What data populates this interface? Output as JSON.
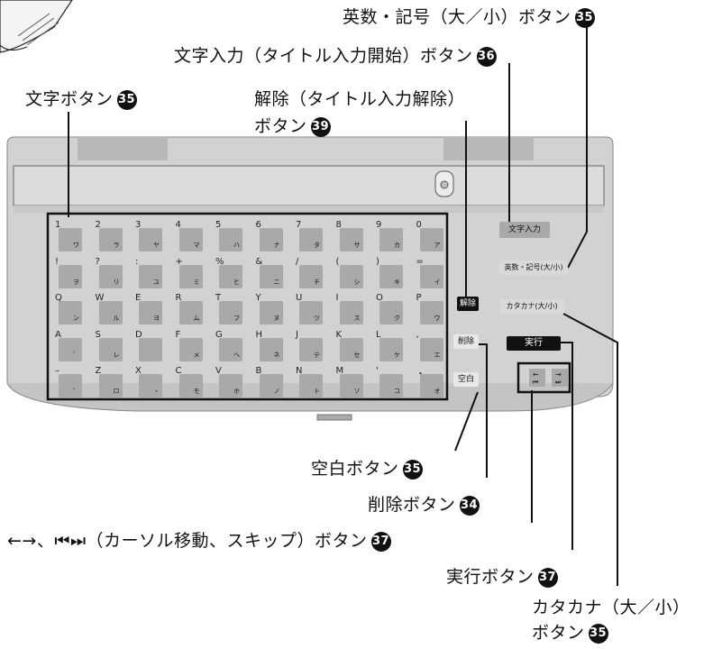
{
  "labels": {
    "eisu_kigo": "英数・記号（大／小）ボタン",
    "moji_nyuryoku": "文字入力（タイトル入力開始）ボタン",
    "moji_button": "文字ボタン",
    "kaijo_line1": "解除（タイトル入力解除）",
    "kaijo_line2": "ボタン",
    "kuhaku": "空白ボタン",
    "sakujo": "削除ボタン",
    "cursor": "←→、⏮⏭（カーソル移動、スキップ）ボタン",
    "jikko": "実行ボタン",
    "katakana_line1": "カタカナ（大／小）",
    "katakana_line2": "ボタン"
  },
  "numbers": {
    "n35": "35",
    "n36": "36",
    "n39": "39",
    "n34": "34",
    "n37": "37"
  },
  "keys": [
    [
      [
        "1",
        "ワ"
      ],
      [
        "2",
        "ラ"
      ],
      [
        "3",
        "ヤ"
      ],
      [
        "4",
        "マ"
      ],
      [
        "5",
        "ハ"
      ],
      [
        "6",
        "ナ"
      ],
      [
        "7",
        "タ"
      ],
      [
        "8",
        "サ"
      ],
      [
        "9",
        "カ"
      ],
      [
        "0",
        "ア"
      ]
    ],
    [
      [
        "!",
        "ヲ"
      ],
      [
        "?",
        "リ"
      ],
      [
        ":",
        "ユ"
      ],
      [
        "+",
        "ミ"
      ],
      [
        "%",
        "ヒ"
      ],
      [
        "&",
        "ニ"
      ],
      [
        "/",
        "チ"
      ],
      [
        "(",
        "シ"
      ],
      [
        ")",
        "キ"
      ],
      [
        "=",
        "イ"
      ]
    ],
    [
      [
        "Q",
        "ン"
      ],
      [
        "W",
        "ル"
      ],
      [
        "E",
        "ヨ"
      ],
      [
        "R",
        "ム"
      ],
      [
        "T",
        "フ"
      ],
      [
        "Y",
        "ヌ"
      ],
      [
        "U",
        "ツ"
      ],
      [
        "I",
        "ス"
      ],
      [
        "O",
        "ク"
      ],
      [
        "P",
        "ウ"
      ]
    ],
    [
      [
        "A",
        "゛"
      ],
      [
        "S",
        "レ"
      ],
      [
        "D",
        ""
      ],
      [
        "F",
        "メ"
      ],
      [
        "G",
        "ヘ"
      ],
      [
        "H",
        "ネ"
      ],
      [
        "J",
        "テ"
      ],
      [
        "K",
        "セ"
      ],
      [
        "L",
        "ケ"
      ],
      [
        ",",
        "エ"
      ]
    ],
    [
      [
        "–",
        "゜"
      ],
      [
        "Z",
        "ロ"
      ],
      [
        "X",
        "・"
      ],
      [
        "C",
        "モ"
      ],
      [
        "V",
        "ホ"
      ],
      [
        "B",
        "ノ"
      ],
      [
        "N",
        "ト"
      ],
      [
        "M",
        "ソ"
      ],
      [
        "'",
        "コ"
      ],
      [
        "・",
        "オ"
      ]
    ]
  ],
  "panel_buttons": {
    "kaijo": "解除",
    "sakujo": "削除",
    "kuhaku": "空白",
    "moji_nyuryoku": "文字入力",
    "eisu_kigo": "英数・記号(大/小)",
    "katakana": "カタカナ(大/小)",
    "jikko": "実行"
  },
  "colors": {
    "panel": "#d2d2d2",
    "panel_dark": "#b8b8b8",
    "key": "#a9a9a9",
    "accent_black": "#111111"
  }
}
